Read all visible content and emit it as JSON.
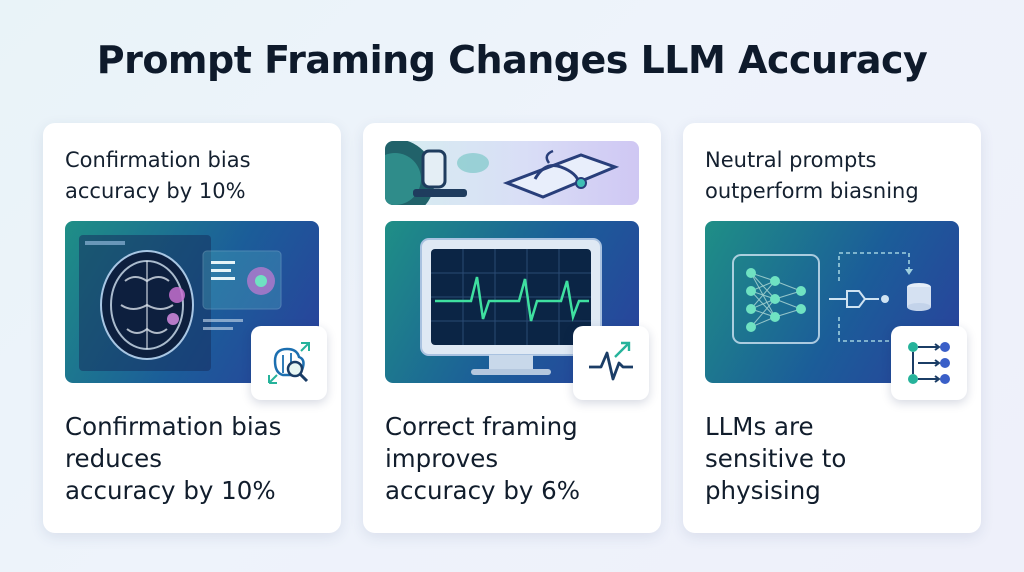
{
  "title": "Prompt Framing Changes LLM Accuracy",
  "cards": [
    {
      "heading_line1": "Confirmation bias",
      "heading_line2": "accuracy by 10%",
      "body_line1": "Confirmation bias",
      "body_line2": "reduces",
      "body_line3": "accuracy by 10%",
      "image": "brain-scan-illustration",
      "badge_icon": "brain-magnifier-icon"
    },
    {
      "body_line1": "Correct framing",
      "body_line2": "improves",
      "body_line3": "accuracy by 6%",
      "banner": "microscope-and-stethoscope-illustration",
      "image": "heart-monitor-illustration",
      "badge_icon": "pulse-trend-icon"
    },
    {
      "heading_line1": "Neutral prompts",
      "heading_line2": "outperform biasning",
      "body_line1": "LLMs are",
      "body_line2": "sensitive to",
      "body_line3": "physising",
      "image": "neural-network-flow-illustration",
      "badge_icon": "flowchart-nodes-icon"
    }
  ],
  "colors": {
    "background": "#eaf2f8",
    "card": "#ffffff",
    "text": "#0f1b2d",
    "panel_teal": "#1f8f86",
    "panel_blue": "#1b5d99",
    "accent_green": "#3fe0a0"
  }
}
